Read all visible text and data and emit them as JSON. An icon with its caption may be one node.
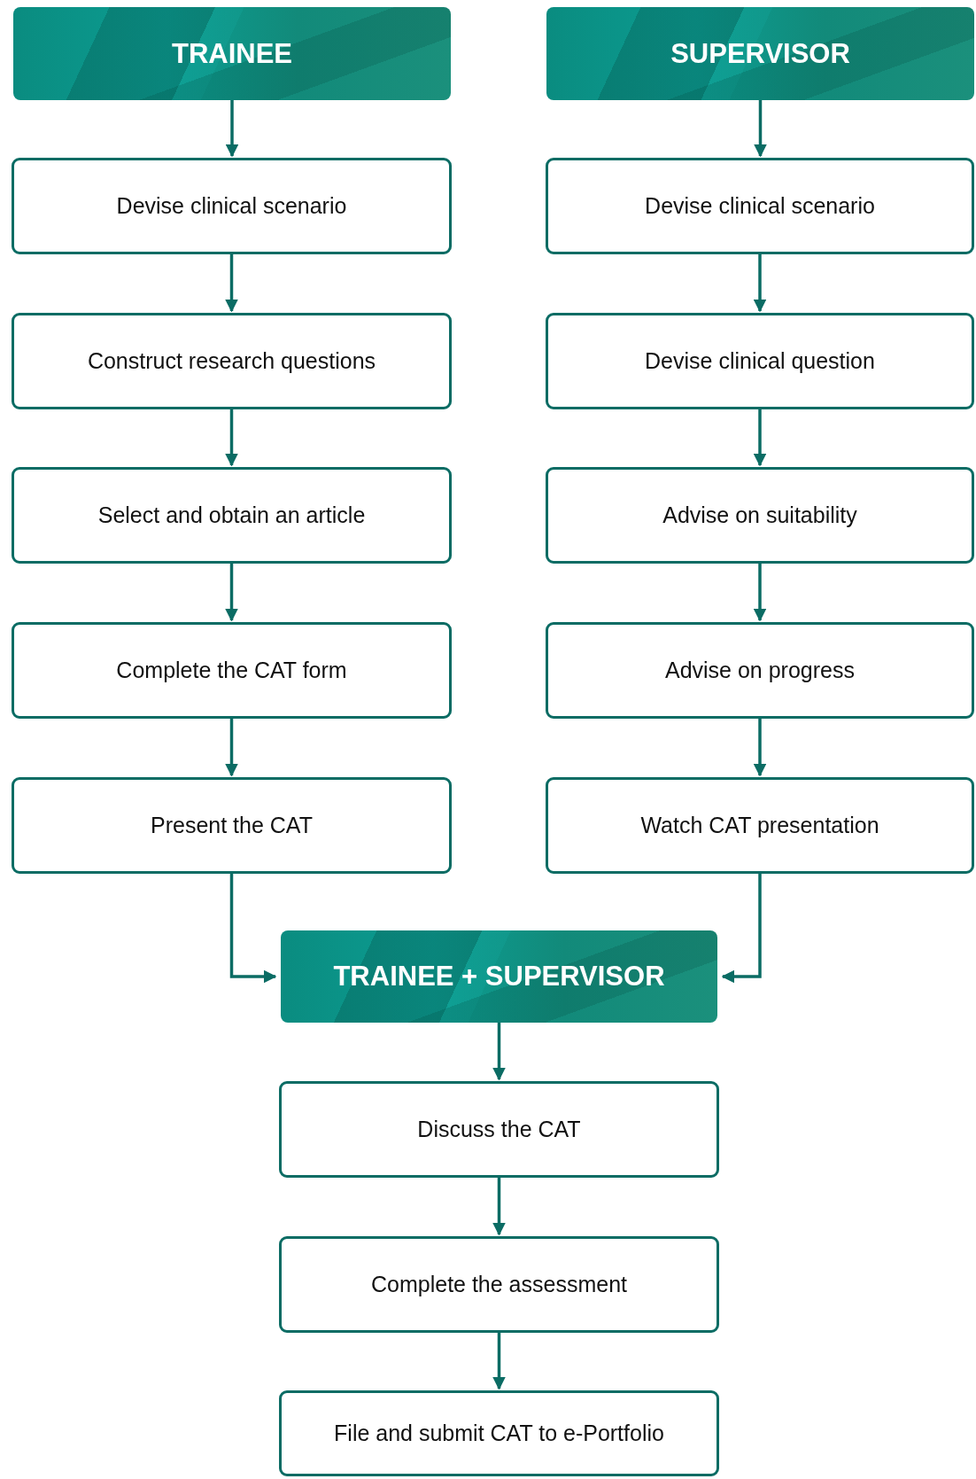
{
  "diagram": {
    "nodes": [
      {
        "text": [
          "TRAINEE"
        ]
      },
      {
        "text": [
          "SUPERVISOR"
        ]
      },
      {
        "text": [
          "Devise clinical scenario"
        ]
      },
      {
        "text": [
          "Construct research questions"
        ]
      },
      {
        "text": [
          "Select and obtain an article"
        ]
      },
      {
        "text": [
          "Complete the CAT form"
        ]
      },
      {
        "text": [
          "Present the CAT"
        ]
      },
      {
        "text": [
          "Devise clinical scenario"
        ]
      },
      {
        "text": [
          "Devise clinical question"
        ]
      },
      {
        "text": [
          "Advise on suitability"
        ]
      },
      {
        "text": [
          "Advise on progress"
        ]
      },
      {
        "text": [
          "Watch CAT presentation"
        ]
      },
      {
        "text": [
          "TRAINEE + SUPERVISOR"
        ]
      },
      {
        "text": [
          "Discuss the CAT"
        ]
      },
      {
        "text": [
          "Complete the assessment"
        ]
      },
      {
        "text": [
          "File and submit CAT to e-Portfolio"
        ]
      }
    ],
    "edges": [
      {
        "from": 0,
        "to": 2,
        "arrow": "to"
      },
      {
        "from": 2,
        "to": 3,
        "arrow": "to"
      },
      {
        "from": 3,
        "to": 4,
        "arrow": "to"
      },
      {
        "from": 4,
        "to": 5,
        "arrow": "to"
      },
      {
        "from": 5,
        "to": 6,
        "arrow": "to"
      },
      {
        "from": 1,
        "to": 7,
        "arrow": "to"
      },
      {
        "from": 7,
        "to": 8,
        "arrow": "to"
      },
      {
        "from": 8,
        "to": 9,
        "arrow": "to"
      },
      {
        "from": 9,
        "to": 10,
        "arrow": "to"
      },
      {
        "from": 10,
        "to": 11,
        "arrow": "to"
      },
      {
        "from": 6,
        "to": 12,
        "arrow": "to"
      },
      {
        "from": 11,
        "to": 12,
        "arrow": "to"
      },
      {
        "from": 12,
        "to": 13,
        "arrow": "to"
      },
      {
        "from": 13,
        "to": 14,
        "arrow": "to"
      },
      {
        "from": 14,
        "to": 15,
        "arrow": "to"
      }
    ]
  }
}
